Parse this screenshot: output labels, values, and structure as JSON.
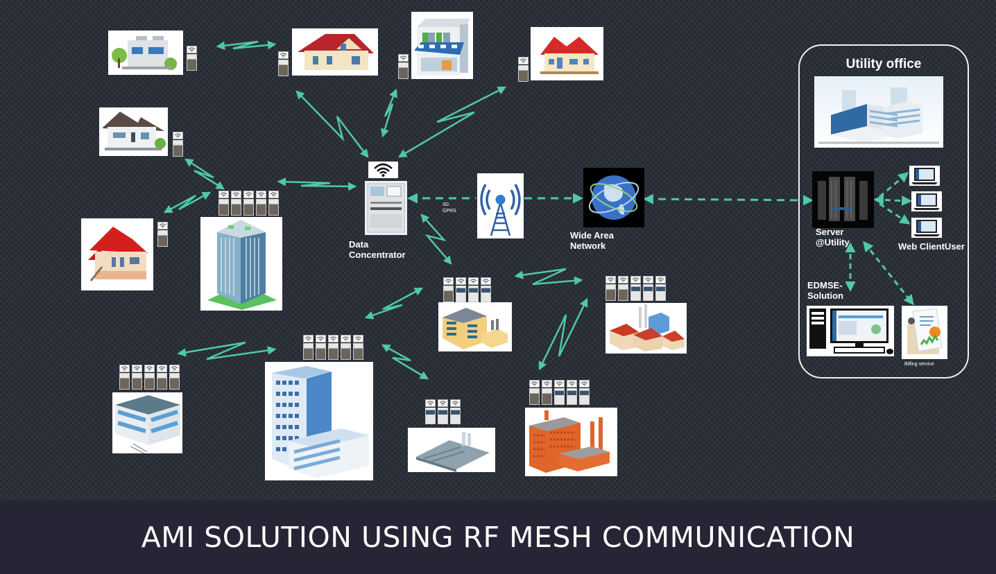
{
  "diagram": {
    "title": "AMI SOLUTION USING RF MESH COMMUNICATION",
    "colors": {
      "link": "#4fc9a8",
      "background": "#30343e",
      "banner": "#252535",
      "text": "#ffffff"
    },
    "labels": {
      "data_concentrator": "Data Concentrator",
      "data_concentrator_line1": "Data",
      "data_concentrator_line2": "Concentrator",
      "link_type_line1": "3G",
      "link_type_line2": "GPRS",
      "wan_line1": "Wide Area",
      "wan_line2": "Network",
      "utility_office": "Utility office",
      "server_line1": "Server",
      "server_line2": "@Utility",
      "web_client": "Web ClientUser",
      "edms_line1": "EDMSE-",
      "edms_line2": "Solution",
      "billing": "Billing service"
    },
    "nodes": [
      {
        "id": "modern-house",
        "type": "house",
        "meters": 1
      },
      {
        "id": "red-roof-villa",
        "type": "house",
        "meters": 1
      },
      {
        "id": "shop",
        "type": "shop",
        "meters": 1
      },
      {
        "id": "red-roof-house",
        "type": "house",
        "meters": 1
      },
      {
        "id": "white-house",
        "type": "house",
        "meters": 1
      },
      {
        "id": "red-house",
        "type": "house",
        "meters": 1
      },
      {
        "id": "tower-building",
        "type": "apartment",
        "meters": 5
      },
      {
        "id": "yellow-factory",
        "type": "industrial",
        "meters": 4
      },
      {
        "id": "red-factory",
        "type": "industrial",
        "meters": 5
      },
      {
        "id": "office-block",
        "type": "commercial",
        "meters": 5
      },
      {
        "id": "highrise-office",
        "type": "commercial",
        "meters": 5
      },
      {
        "id": "flat-factory",
        "type": "industrial",
        "meters": 3
      },
      {
        "id": "brick-factory",
        "type": "industrial",
        "meters": 5
      }
    ],
    "links": [
      {
        "from": "modern-house",
        "to": "red-roof-villa",
        "style": "rf-mesh"
      },
      {
        "from": "red-roof-villa",
        "to": "data-concentrator",
        "style": "rf-mesh"
      },
      {
        "from": "shop",
        "to": "data-concentrator",
        "style": "rf-mesh"
      },
      {
        "from": "red-roof-house",
        "to": "data-concentrator",
        "style": "rf-mesh"
      },
      {
        "from": "white-house",
        "to": "tower-building",
        "style": "rf-mesh"
      },
      {
        "from": "red-house",
        "to": "tower-building",
        "style": "rf-mesh"
      },
      {
        "from": "tower-building",
        "to": "data-concentrator",
        "style": "rf-mesh"
      },
      {
        "from": "data-concentrator",
        "to": "yellow-factory",
        "style": "rf-mesh"
      },
      {
        "from": "yellow-factory",
        "to": "red-factory",
        "style": "rf-mesh"
      },
      {
        "from": "yellow-factory",
        "to": "highrise-office",
        "style": "rf-mesh"
      },
      {
        "from": "red-factory",
        "to": "brick-factory",
        "style": "rf-mesh"
      },
      {
        "from": "office-block",
        "to": "highrise-office",
        "style": "rf-mesh"
      },
      {
        "from": "highrise-office",
        "to": "flat-factory",
        "style": "rf-mesh"
      },
      {
        "from": "data-concentrator",
        "to": "cell-tower",
        "style": "3G/GPRS"
      },
      {
        "from": "cell-tower",
        "to": "wide-area-network",
        "style": "dashed"
      },
      {
        "from": "wide-area-network",
        "to": "server",
        "style": "dashed"
      },
      {
        "from": "server",
        "to": "web-client",
        "style": "dashed"
      },
      {
        "from": "server",
        "to": "edms",
        "style": "dashed"
      },
      {
        "from": "server",
        "to": "billing",
        "style": "dashed"
      }
    ]
  }
}
